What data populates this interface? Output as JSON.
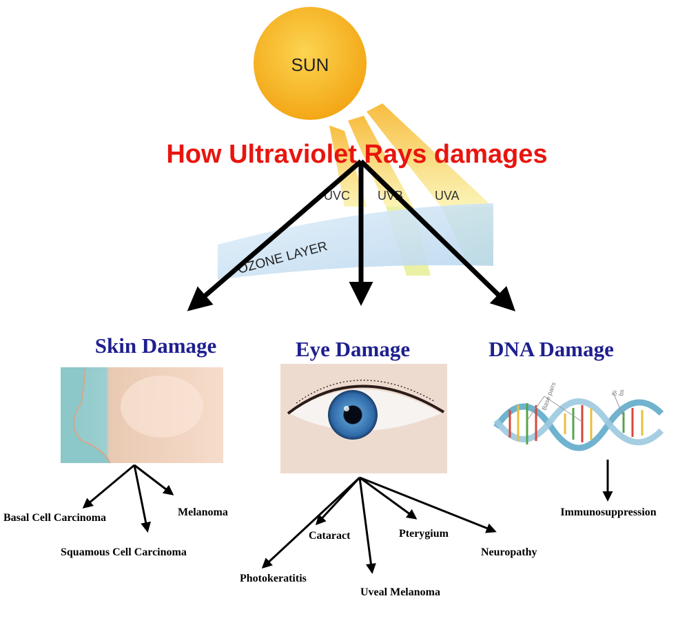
{
  "title": "How Ultraviolet Rays damages",
  "sun": {
    "label": "SUN"
  },
  "rays": {
    "uvc": "UVC",
    "uvb": "UVB",
    "uva": "UVA"
  },
  "ozone": {
    "label": "OZONE LAYER"
  },
  "categories": {
    "skin": {
      "title": "Skin Damage",
      "effects": [
        "Basal Cell Carcinoma",
        "Squamous Cell Carcinoma",
        "Melanoma"
      ]
    },
    "eye": {
      "title": "Eye Damage",
      "effects": [
        "Photokeratitis",
        "Cataract",
        "Uveal Melanoma",
        "Pterygium",
        "Neuropathy"
      ]
    },
    "dna": {
      "title": "DNA Damage",
      "effects": [
        "Immunosuppression"
      ],
      "diagram_labels": [
        "Base pairs",
        "Si",
        "bs"
      ]
    }
  },
  "colors": {
    "title": "#e8150f",
    "category_title": "#1f1f8f",
    "sun": "#f6b31c",
    "ray": "#f7d04a",
    "ozone": "#cfe3f2",
    "arrow": "#000000"
  }
}
